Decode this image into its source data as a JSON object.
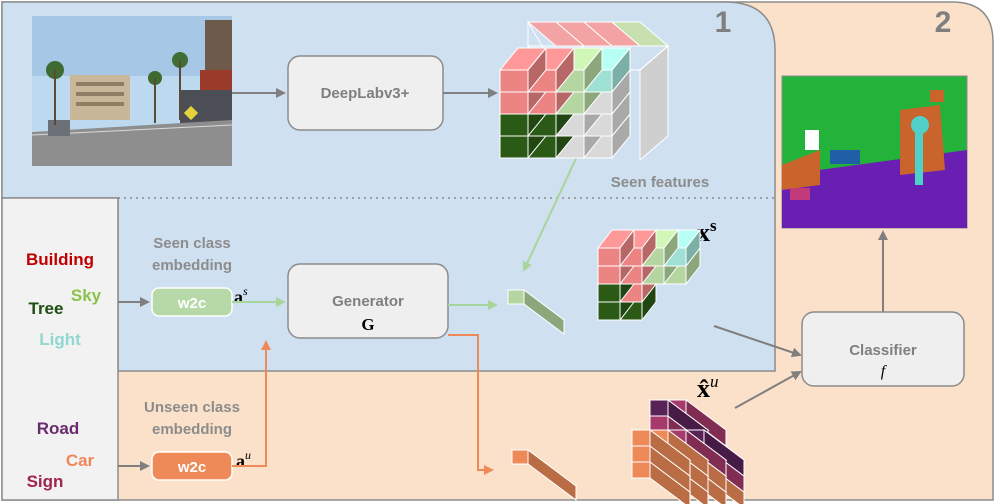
{
  "stages": {
    "one": "1",
    "two": "2"
  },
  "blocks": {
    "deeplab": "DeepLabv3+",
    "generator": "Generator",
    "generator_symbol": "G",
    "classifier": "Classifier",
    "classifier_symbol": "f",
    "w2c_seen": "w2c",
    "w2c_unseen": "w2c"
  },
  "labels": {
    "seen_features": "Seen features",
    "seen_embedding_line1": "Seen class",
    "seen_embedding_line2": "embedding",
    "unseen_embedding_line1": "Unseen class",
    "unseen_embedding_line2": "embedding",
    "a_seen": "a",
    "a_seen_sup": "s",
    "a_unseen": "a",
    "a_unseen_sup": "u",
    "x_seen": "x",
    "x_seen_sup": "s",
    "x_unseen": "x̂",
    "x_unseen_sup": "u"
  },
  "classes": {
    "seen": [
      {
        "name": "Building",
        "color": "#c00000"
      },
      {
        "name": "Sky",
        "color": "#8bc34a"
      },
      {
        "name": "Tree",
        "color": "#1e4d12"
      },
      {
        "name": "Light",
        "color": "#8fd8cf"
      }
    ],
    "unseen": [
      {
        "name": "Road",
        "color": "#6a2c70"
      },
      {
        "name": "Car",
        "color": "#f0875a"
      },
      {
        "name": "Sign",
        "color": "#a0244e"
      }
    ]
  },
  "colors": {
    "panel_blue": "#cfe0f0",
    "panel_peach": "#fbe1c9",
    "block_gray": "#efefef",
    "seen_arrow": "#a8d59b",
    "unseen_arrow": "#ee8a58",
    "gray_arrow": "#7f7f7f"
  }
}
